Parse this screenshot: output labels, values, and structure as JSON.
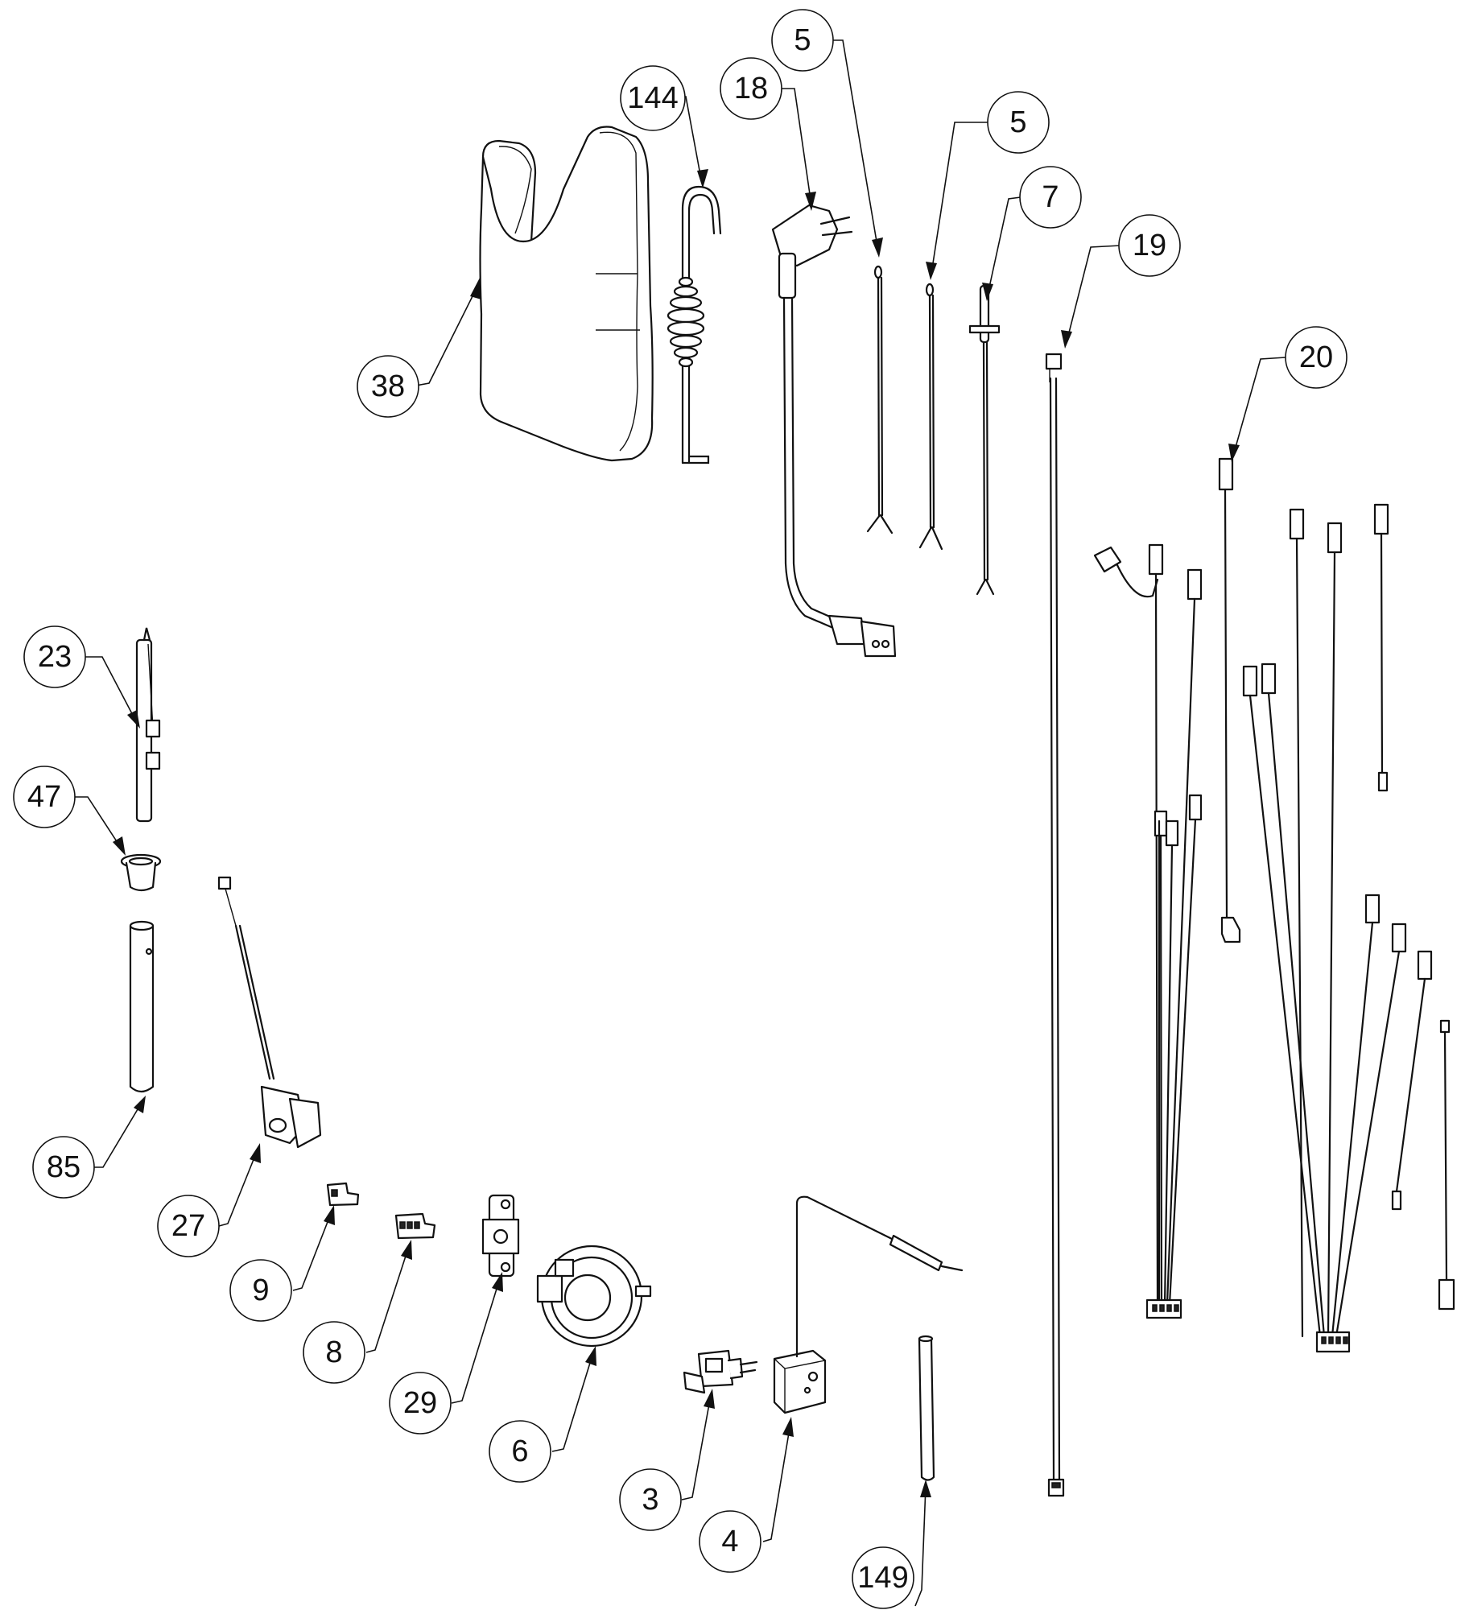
{
  "diagram": {
    "type": "exploded-parts-diagram",
    "callouts": [
      {
        "id": "c38",
        "label": "38"
      },
      {
        "id": "c144",
        "label": "144"
      },
      {
        "id": "c18",
        "label": "18"
      },
      {
        "id": "c5a",
        "label": "5"
      },
      {
        "id": "c5b",
        "label": "5"
      },
      {
        "id": "c7",
        "label": "7"
      },
      {
        "id": "c19",
        "label": "19"
      },
      {
        "id": "c20",
        "label": "20"
      },
      {
        "id": "c23",
        "label": "23"
      },
      {
        "id": "c47",
        "label": "47"
      },
      {
        "id": "c85",
        "label": "85"
      },
      {
        "id": "c27",
        "label": "27"
      },
      {
        "id": "c9",
        "label": "9"
      },
      {
        "id": "c8",
        "label": "8"
      },
      {
        "id": "c29",
        "label": "29"
      },
      {
        "id": "c6",
        "label": "6"
      },
      {
        "id": "c3",
        "label": "3"
      },
      {
        "id": "c4",
        "label": "4"
      },
      {
        "id": "c149",
        "label": "149"
      }
    ]
  }
}
